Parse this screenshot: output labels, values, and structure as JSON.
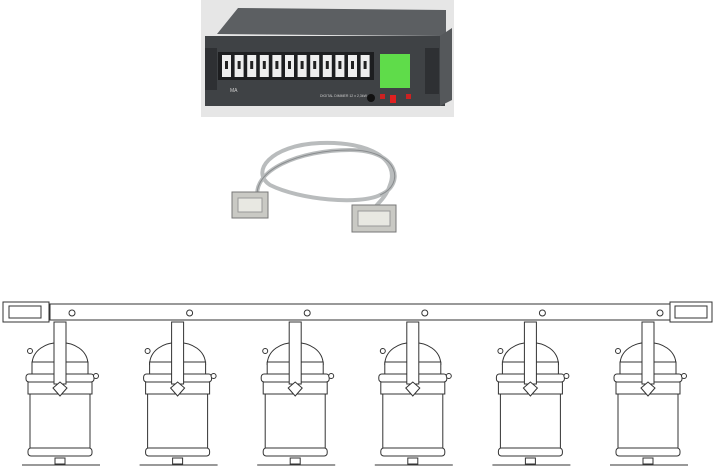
{
  "dimmer": {
    "label": "DIGITAL DIMMER 12 x 2,3kW",
    "brand": "MA",
    "channels": 12,
    "colors": {
      "body": "#4a4d50",
      "lcd": "#5fdc4a",
      "backdrop": "#e6e6e6",
      "switch": "#e02020"
    }
  },
  "cable": {
    "color": "#b9bcbd"
  },
  "bar": {
    "fixture_count": 6
  }
}
